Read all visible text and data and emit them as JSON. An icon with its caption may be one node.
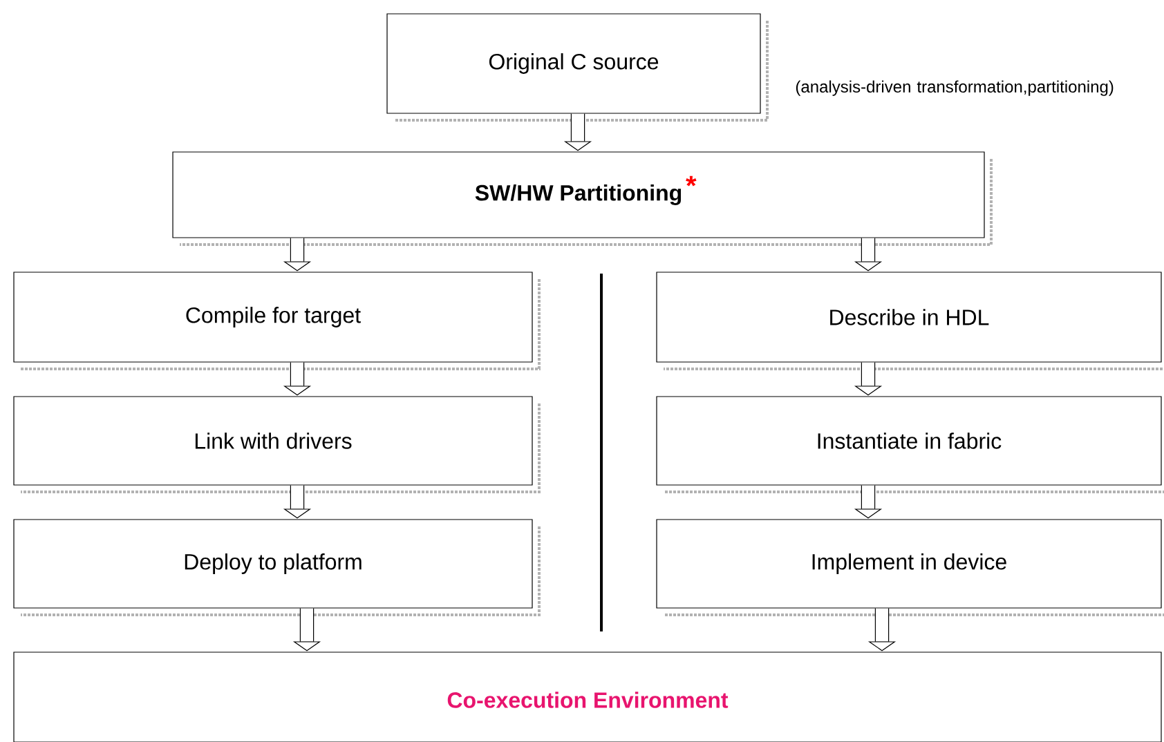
{
  "diagram": {
    "nodes": [
      {
        "text": [
          "Original C source"
        ]
      },
      {
        "text": [
          "SW/HW Partitioning",
          "*"
        ]
      },
      {
        "text": [
          "Compile for target"
        ]
      },
      {
        "text": [
          "Link with drivers"
        ]
      },
      {
        "text": [
          "Deploy to platform"
        ]
      },
      {
        "text": [
          "Describe in HDL"
        ]
      },
      {
        "text": [
          "Instantiate in fabric"
        ]
      },
      {
        "text": [
          "Implement in device"
        ]
      },
      {
        "text": [
          "Co-execution Environment"
        ]
      }
    ],
    "edges": [
      {
        "from": 0,
        "to": 1,
        "arrow": "to"
      },
      {
        "from": 1,
        "to": 2,
        "arrow": "to"
      },
      {
        "from": 1,
        "to": 5,
        "arrow": "to"
      },
      {
        "from": 2,
        "to": 3,
        "arrow": "to"
      },
      {
        "from": 3,
        "to": 4,
        "arrow": "to"
      },
      {
        "from": 5,
        "to": 6,
        "arrow": "to"
      },
      {
        "from": 6,
        "to": 7,
        "arrow": "to"
      },
      {
        "from": 4,
        "to": 8,
        "arrow": "to"
      },
      {
        "from": 7,
        "to": 8,
        "arrow": "to"
      }
    ],
    "labels": [
      "(analysis-driven transformation,partitioning)"
    ]
  }
}
